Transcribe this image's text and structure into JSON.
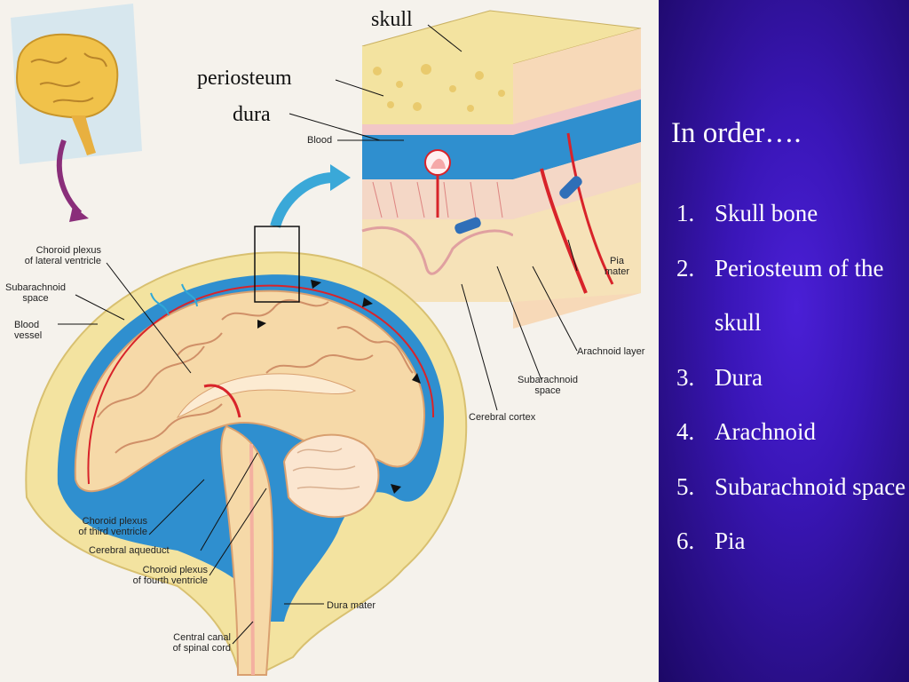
{
  "panel": {
    "heading": "In order….",
    "items": [
      {
        "num": "1.",
        "text": "Skull bone"
      },
      {
        "num": "2.",
        "text": "Periosteum of the skull"
      },
      {
        "num": "3.",
        "text": "Dura"
      },
      {
        "num": "4.",
        "text": "Arachnoid"
      },
      {
        "num": "5.",
        "text": "Subarachnoid space"
      },
      {
        "num": "6.",
        "text": "Pia"
      }
    ]
  },
  "annotations": {
    "skull": "skull",
    "periosteum": "periosteum",
    "dura": "dura"
  },
  "labels": {
    "blood": "Blood",
    "pia_mater_1": "Pia",
    "pia_mater_2": "mater",
    "arachnoid_layer": "Arachnoid layer",
    "subarachnoid_space_1": "Subarachnoid",
    "subarachnoid_space_2": "space",
    "cerebral_cortex": "Cerebral cortex",
    "choroid_lateral_1": "Choroid plexus",
    "choroid_lateral_2": "of lateral ventricle",
    "subarachnoid_left_1": "Subarachnoid",
    "subarachnoid_left_2": "space",
    "blood_vessel_1": "Blood",
    "blood_vessel_2": "vessel",
    "choroid_third_1": "Choroid plexus",
    "choroid_third_2": "of third ventricle",
    "cerebral_aqueduct": "Cerebral aqueduct",
    "choroid_fourth_1": "Choroid plexus",
    "choroid_fourth_2": "of fourth ventricle",
    "dura_mater": "Dura mater",
    "central_canal_1": "Central canal",
    "central_canal_2": "of spinal cord"
  },
  "colors": {
    "panel_bg": "#3a16b8",
    "panel_text": "#ffffff",
    "csf_blue": "#2f8fcf",
    "bone": "#f3e3a0",
    "brain": "#f6d9a8",
    "vessel_red": "#d8232a"
  }
}
